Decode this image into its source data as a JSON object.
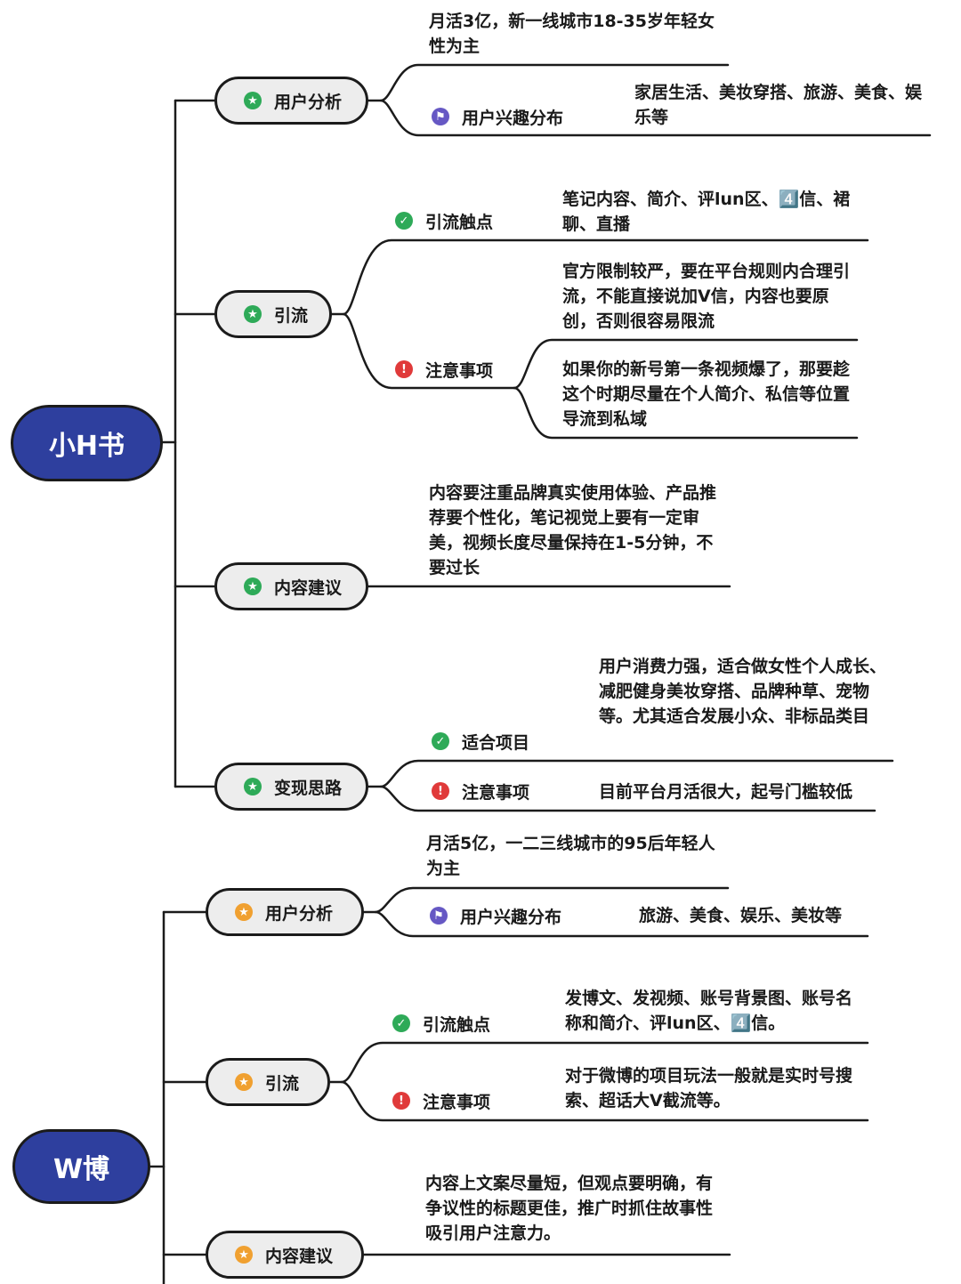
{
  "map1": {
    "root": "小H书",
    "user_analysis": {
      "label": "用户分析",
      "summary": "月活3亿，新一线城市18-35岁年轻女性为主",
      "interest_label": "用户兴趣分布",
      "interest_text": "家居生活、美妆穿搭、旅游、美食、娱乐等"
    },
    "traffic": {
      "label": "引流",
      "touchpoints_label": "引流触点",
      "touchpoints_text": "笔记内容、简介、评lun区、4️⃣信、裙聊、直播",
      "notes_label": "注意事项",
      "notes_text_1": "官方限制较严，要在平台规则内合理引流，不能直接说加V信，内容也要原创，否则很容易限流",
      "notes_text_2": "如果你的新号第一条视频爆了，那要趁这个时期尽量在个人简介、私信等位置导流到私域"
    },
    "content": {
      "label": "内容建议",
      "text": "内容要注重品牌真实使用体验、产品推荐要个性化，笔记视觉上要有一定审美，视频长度尽量保持在1-5分钟，不要过长"
    },
    "monetize": {
      "label": "变现思路",
      "fit_label": "适合项目",
      "fit_text": "用户消费力强，适合做女性个人成长、减肥健身美妆穿搭、品牌种草、宠物等。尤其适合发展小众、非标品类目",
      "notes_label": "注意事项",
      "notes_text": "目前平台月活很大，起号门槛较低"
    }
  },
  "map2": {
    "root": "W博",
    "user_analysis": {
      "label": "用户分析",
      "summary": "月活5亿，一二三线城市的95后年轻人为主",
      "interest_label": "用户兴趣分布",
      "interest_text": "旅游、美食、娱乐、美妆等"
    },
    "traffic": {
      "label": "引流",
      "touchpoints_label": "引流触点",
      "touchpoints_text": "发博文、发视频、账号背景图、账号名称和简介、评lun区、4️⃣信。",
      "notes_label": "注意事项",
      "notes_text": "对于微博的项目玩法一般就是实时号搜索、超话大V截流等。"
    },
    "content": {
      "label": "内容建议",
      "text": "内容上文案尽量短，但观点要明确，有争议性的标题更佳，推广时抓住故事性吸引用户注意力。"
    }
  },
  "colors": {
    "root_fill": "#2e3f9e",
    "node_fill": "#ededed",
    "star_green": "#2eaa58",
    "star_orange": "#f0a030",
    "warn_red": "#e03a3a",
    "flag_purple": "#6658c4"
  }
}
